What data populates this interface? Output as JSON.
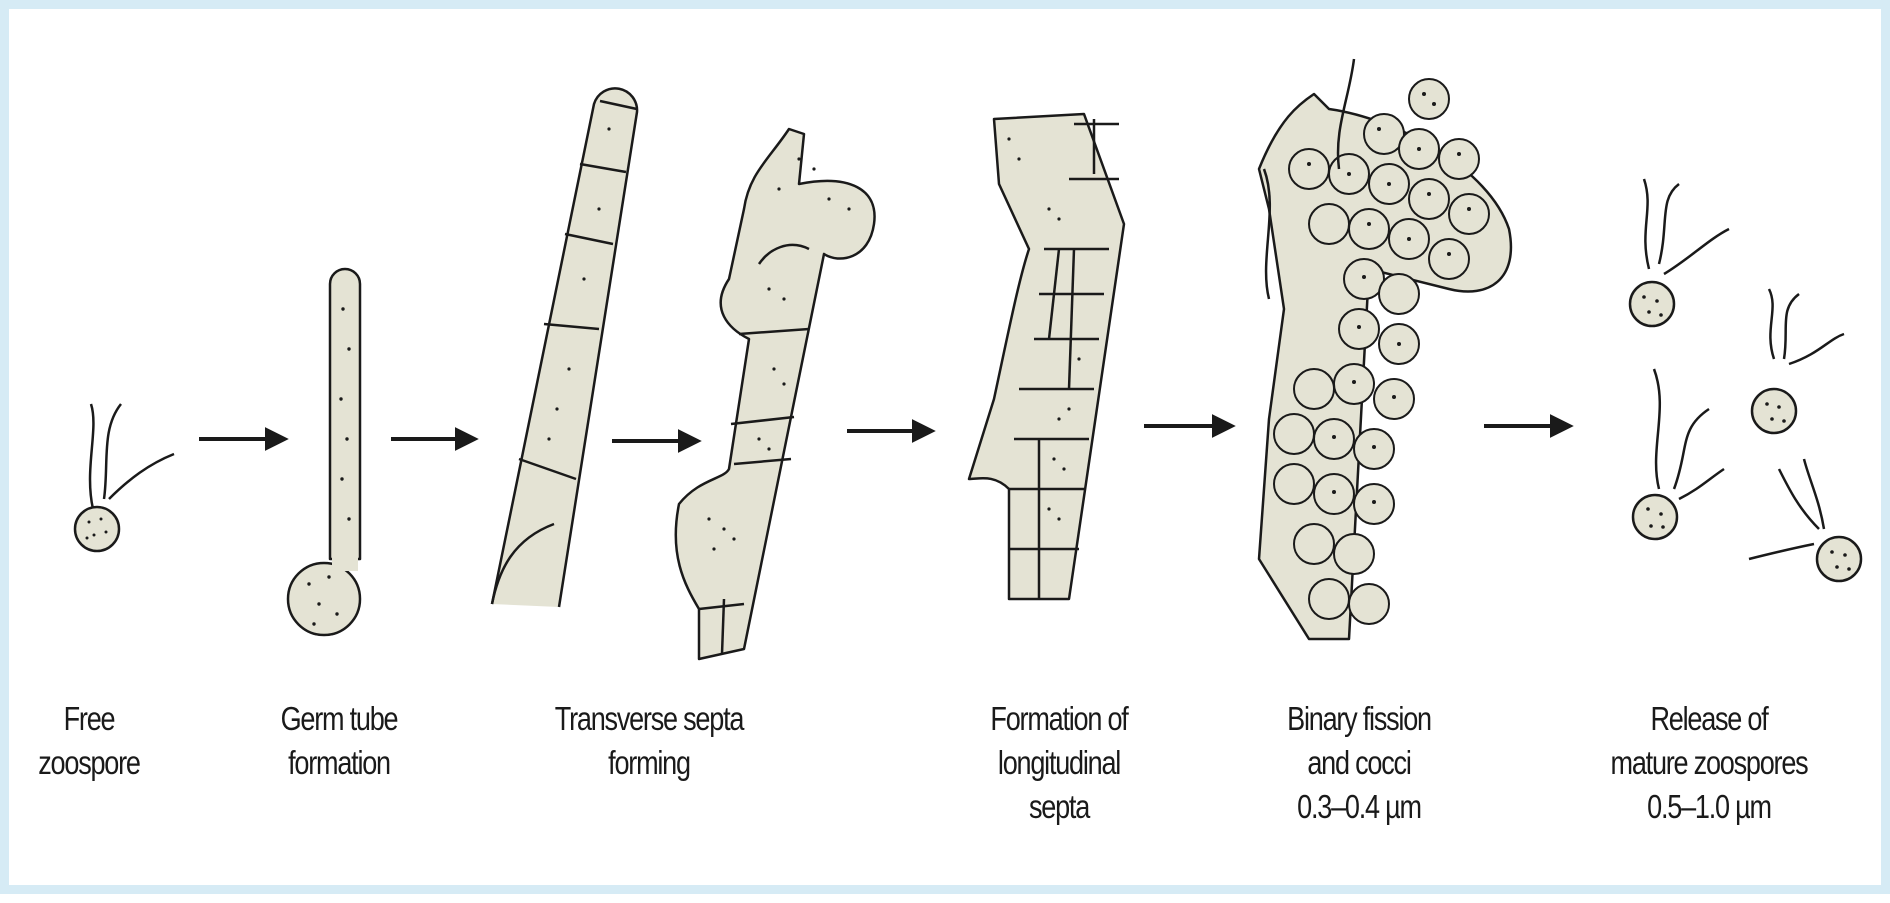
{
  "stages": [
    {
      "lines": [
        "Free",
        "zoospore"
      ]
    },
    {
      "lines": [
        "Germ tube",
        "formation"
      ]
    },
    {
      "lines": [
        "Transverse septa",
        "forming"
      ]
    },
    {
      "lines": [
        "Formation of",
        "longitudinal",
        "septa"
      ]
    },
    {
      "lines": [
        "Binary fission",
        "and cocci",
        "0.3–0.4 µm"
      ]
    },
    {
      "lines": [
        "Release of",
        "mature zoospores",
        "0.5–1.0 µm"
      ]
    }
  ],
  "colors": {
    "cell_fill": "#e4e3d4",
    "ink": "#1a1a1a",
    "border": "#d6ebf5"
  }
}
